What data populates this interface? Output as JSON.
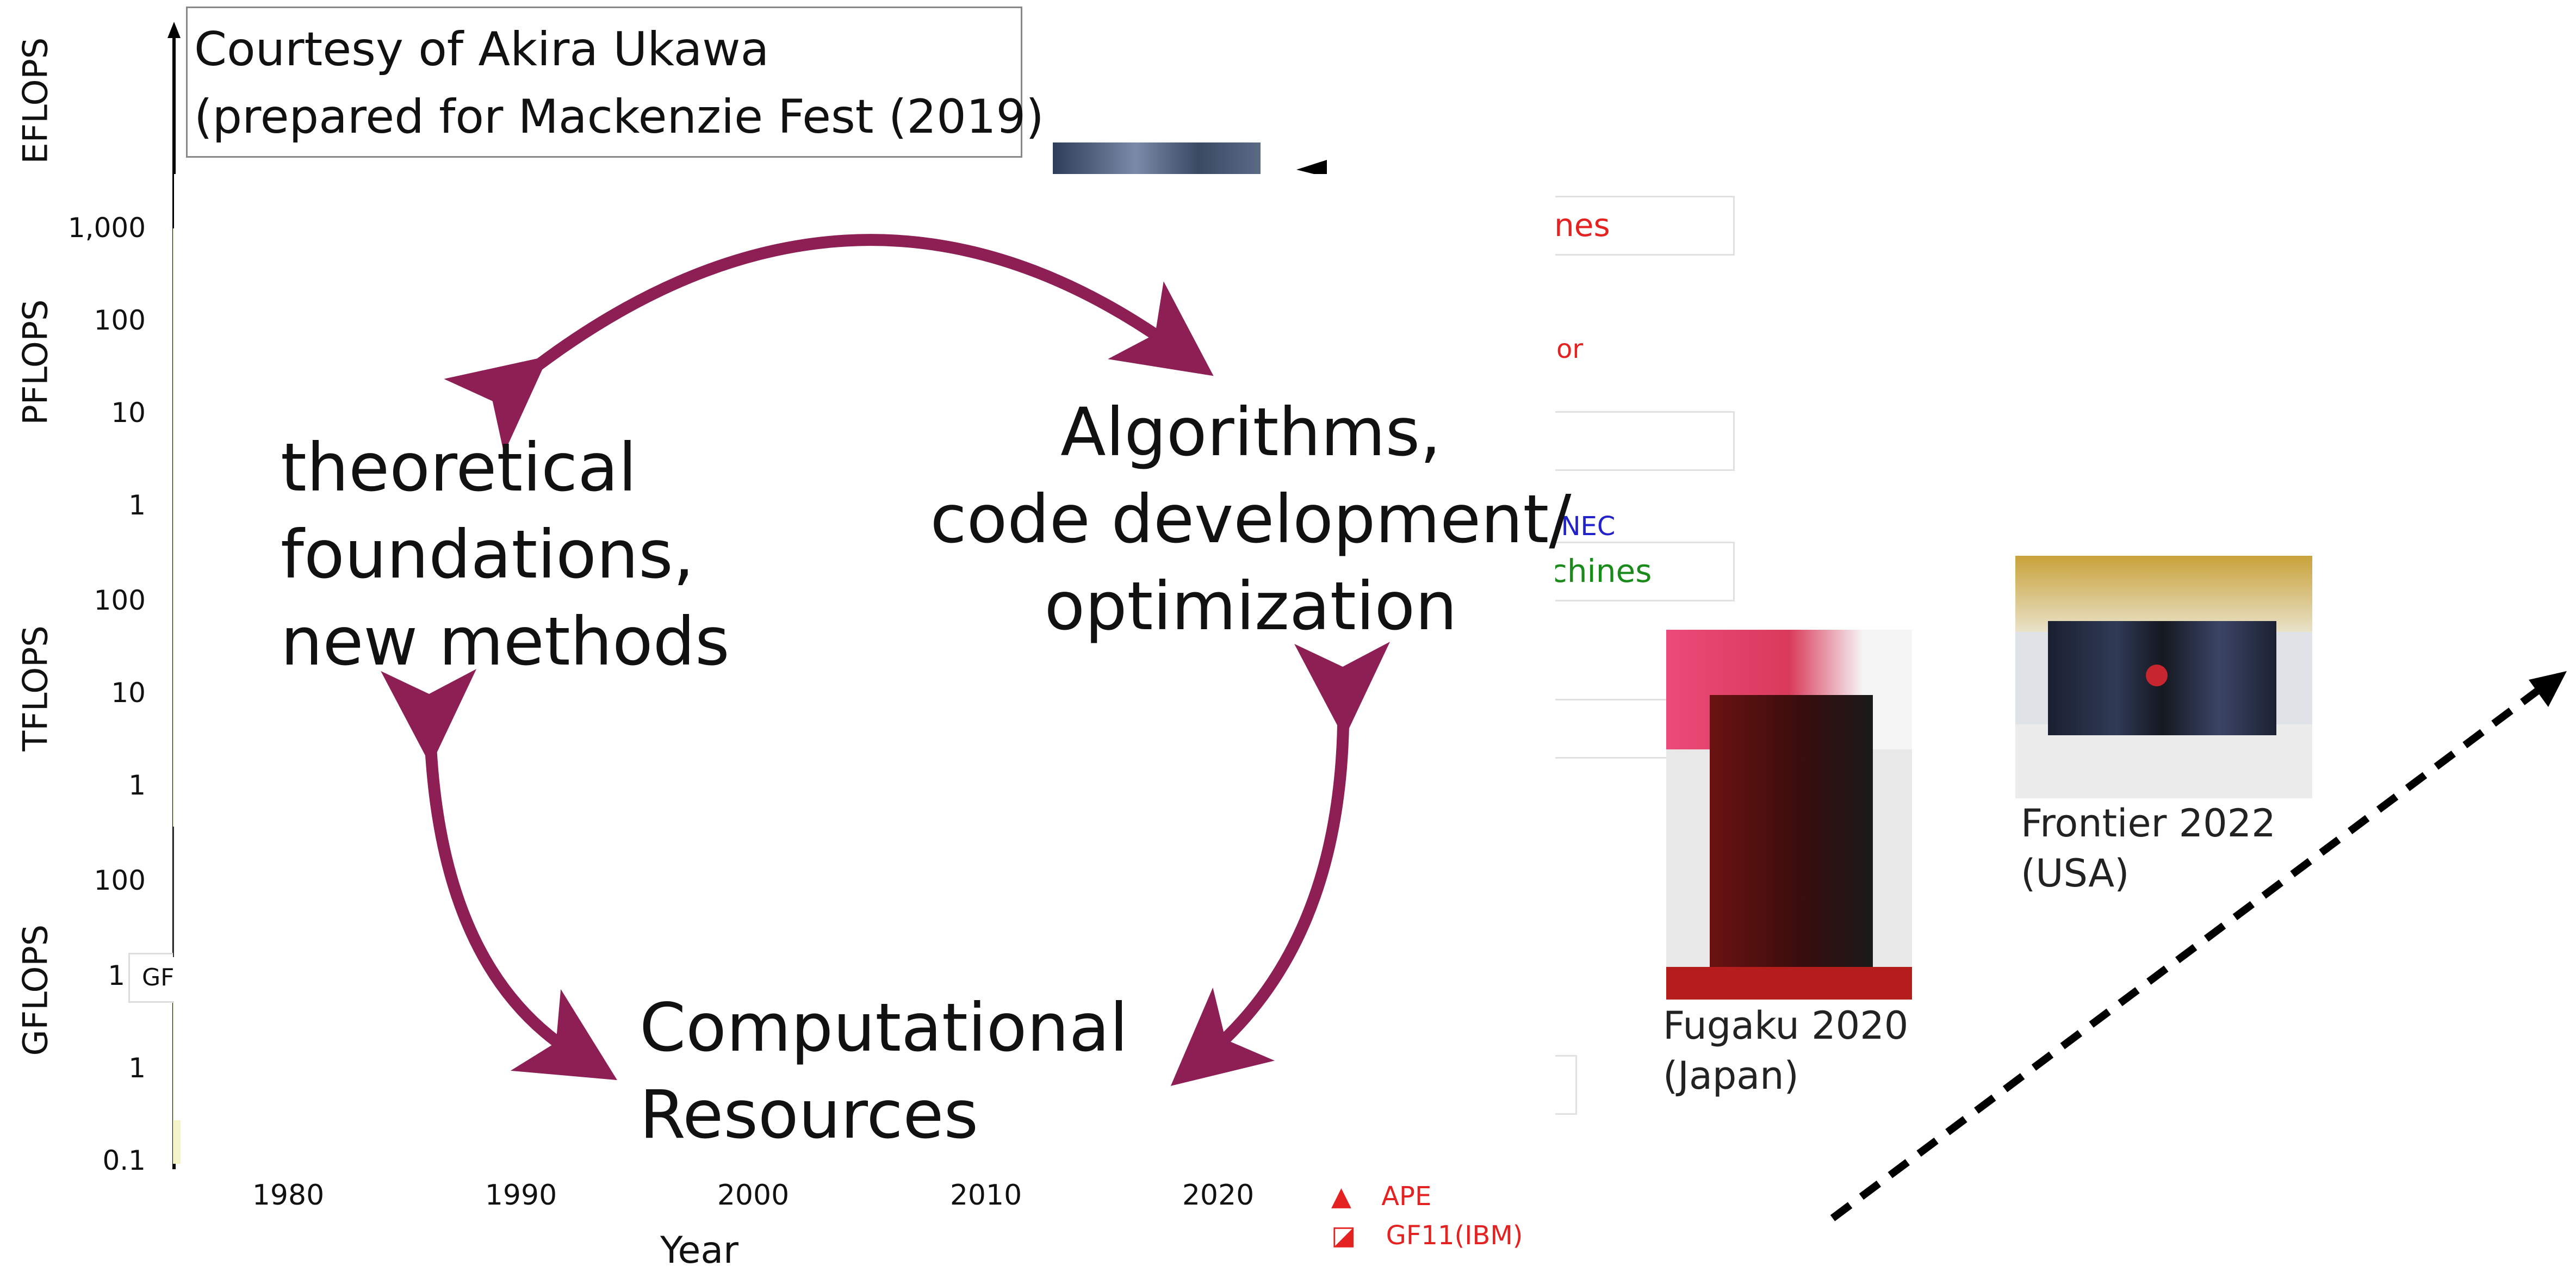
{
  "credit": {
    "line1": "Courtesy of Akira Ukawa",
    "line2": "(prepared for Mackenzie Fest (2019)"
  },
  "chart_background": {
    "unit_labels": [
      "EFLOPS",
      "PFLOPS",
      "TFLOPS",
      "GFLOPS"
    ],
    "y_ticks": [
      "1,000",
      "100",
      "10",
      "1",
      "100",
      "10",
      "1",
      "100",
      "1",
      "1",
      "0.1"
    ],
    "x_ticks": [
      "1980",
      "1990",
      "2000",
      "2010",
      "2020"
    ],
    "x_label": "Year",
    "legend": [
      {
        "symbol": "▲",
        "label": "APE"
      },
      {
        "symbol": "◪",
        "label": "GF11(IBM)"
      }
    ],
    "fragments": {
      "gf": "GF",
      "nes": "nes",
      "or": "or",
      "u_nec": "u/NEC",
      "chines": "chines"
    },
    "colors": {
      "red": "#e52222",
      "blue": "#2222cc",
      "green": "#1a8a1a"
    }
  },
  "cycle": {
    "node_left": [
      "theoretical",
      "foundations,",
      "new methods"
    ],
    "node_right": [
      "Algorithms,",
      "code development/",
      "optimization"
    ],
    "node_bottom": [
      "Computational",
      "Resources"
    ],
    "arrow_color": "#8e1f55"
  },
  "machines": [
    {
      "caption_line1": "Fugaku  2020",
      "caption_line2": "(Japan)"
    },
    {
      "caption_line1": "Frontier 2022",
      "caption_line2": "(USA)"
    }
  ]
}
